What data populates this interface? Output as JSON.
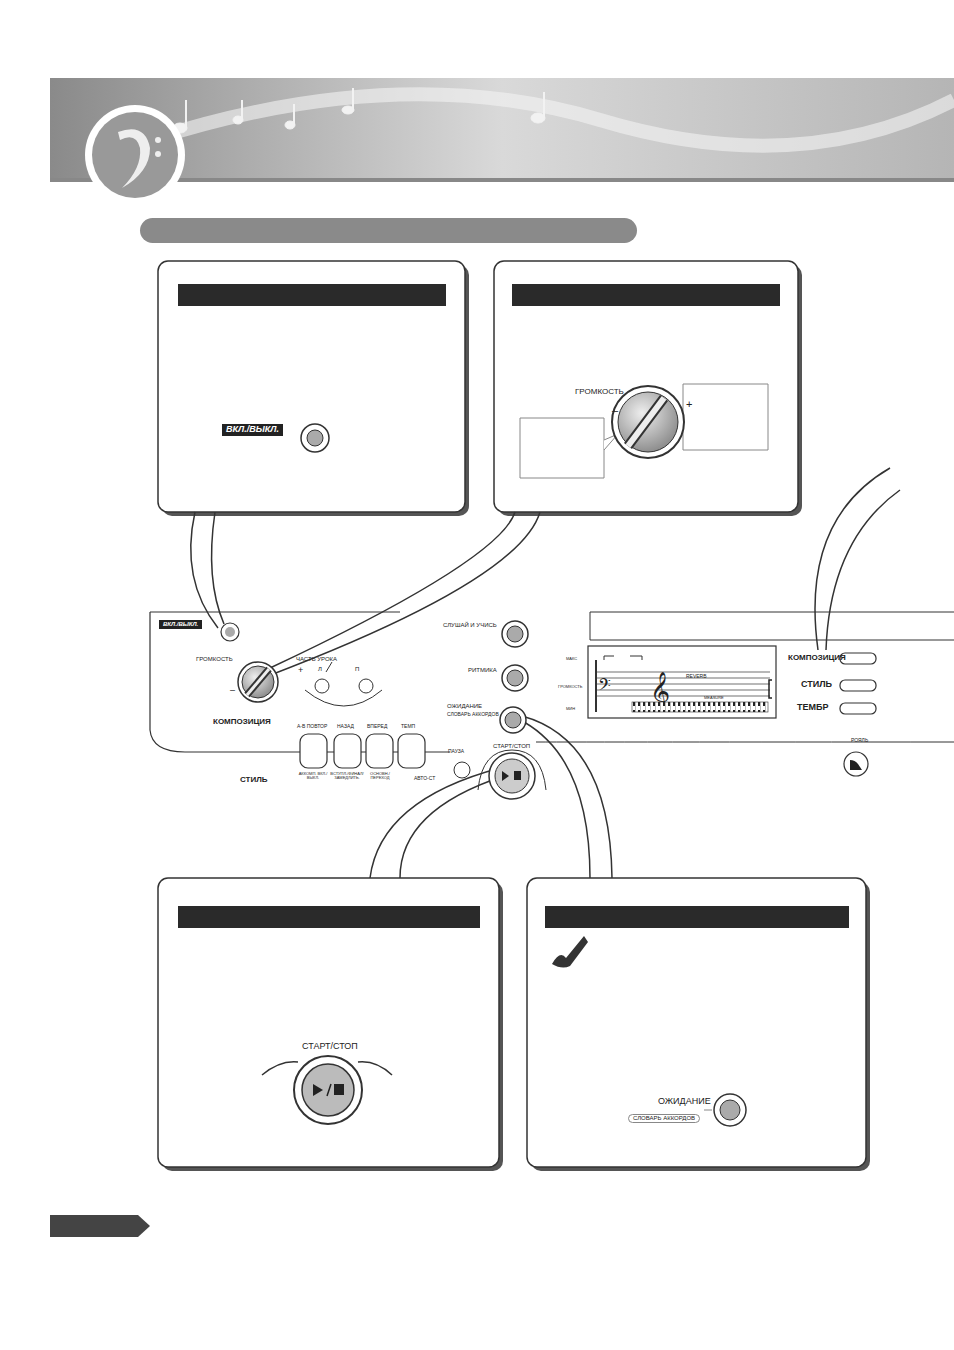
{
  "diagram": {
    "nodes": [
      {
        "text": [
          "ВКЛ./ВЫКЛ."
        ]
      },
      {
        "text": [
          "ГРОМКОСТЬ"
        ]
      },
      {
        "text": [
          "СТАРТ/СТОП"
        ]
      },
      {
        "text": [
          "ОЖИДАНИЕ",
          "СЛОВАРЬ АККОРДОВ"
        ]
      }
    ],
    "labels": [
      "+",
      "–",
      "ВКЛ./ВЫКЛ.",
      "ГРОМКОСТЬ",
      "+",
      "–",
      "ЧАСТЬ УРОКА",
      "Л",
      "П",
      "КОМПОЗИЦИЯ",
      "A-B ПОВТОР",
      "НАЗАД",
      "ВПЕРЕД",
      "ТЕМП",
      "СТИЛЬ",
      "АККОМП. ВКЛ./ВЫКЛ.",
      "ВСТУПЛ./ФИНАЛ/ЗАМЕДЛИТЬ.",
      "ОСНОВН./ПЕРЕХОД",
      "ПАУЗА",
      "АВТО-СТ",
      "СТАРТ/СТОП",
      "СЛУШАЙ И УЧИСЬ",
      "РИТМИКА",
      "ОЖИДАНИЕ",
      "СЛОВАРЬ АККОРДОВ",
      "МАКС",
      "ГРОМКОСТЬ",
      "МИН",
      "REVERB",
      "MEASURE",
      "КОМПОЗИЦИЯ",
      "СТИЛЬ",
      "ТЕМБР",
      "РОЯЛЬ"
    ]
  }
}
